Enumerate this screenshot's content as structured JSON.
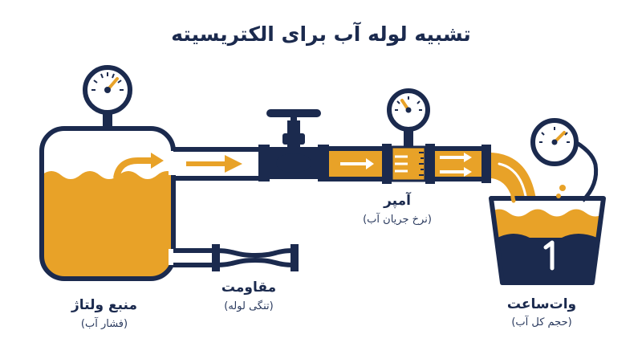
{
  "title": "تشبیه لوله آب برای الکتریسیته",
  "labels": {
    "source": {
      "title": "منبع ولتاژ",
      "subtitle": "(فشار آب)"
    },
    "resistance": {
      "title": "مقاومت",
      "subtitle": "(تنگی لوله)"
    },
    "ammeter": {
      "title": "آمپر",
      "subtitle": "(نرخ جریان آب)"
    },
    "watthour": {
      "title": "وات‌ساعت",
      "subtitle": "(حجم کل آب)"
    }
  },
  "colors": {
    "navy": "#1b2a4e",
    "water": "#e8a228",
    "background": "#ffffff"
  },
  "icons": [
    "pressure-gauge-icon",
    "valve-handle-icon",
    "flow-arrow-icon"
  ]
}
